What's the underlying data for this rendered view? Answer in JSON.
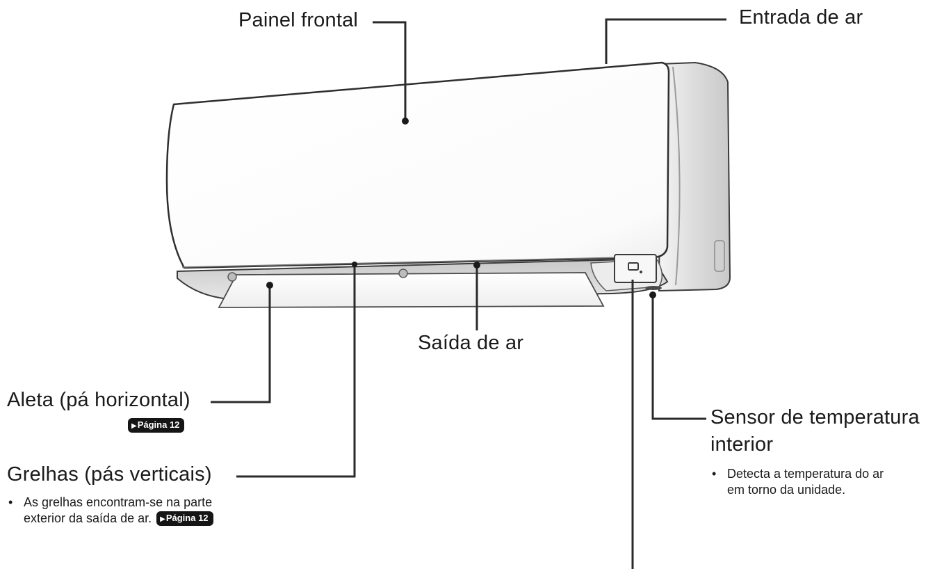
{
  "labels": {
    "front_panel": "Painel frontal",
    "air_intake": "Entrada de ar",
    "air_outlet": "Saída de ar",
    "flap": "Aleta (pá horizontal)",
    "louvers": "Grelhas (pás verticais)",
    "temp_sensor_line1": "Sensor de temperatura",
    "temp_sensor_line2": "interior"
  },
  "notes": {
    "louvers_line1": "As grelhas encontram-se na parte",
    "louvers_line2": "exterior da saída de ar.",
    "sensor_line1": "Detecta a temperatura do ar",
    "sensor_line2": "em torno da unidade."
  },
  "page_refs": {
    "flap": "Página 12",
    "louvers": "Página 12"
  },
  "bullet": "•",
  "colors": {
    "line": "#2a2a2a",
    "outline": "#3a3a3a",
    "panel_fill": "#ffffff",
    "side_fill": "#e4e4e4",
    "bottom_fill": "#d6d6d6",
    "badge_bg": "#151515"
  }
}
